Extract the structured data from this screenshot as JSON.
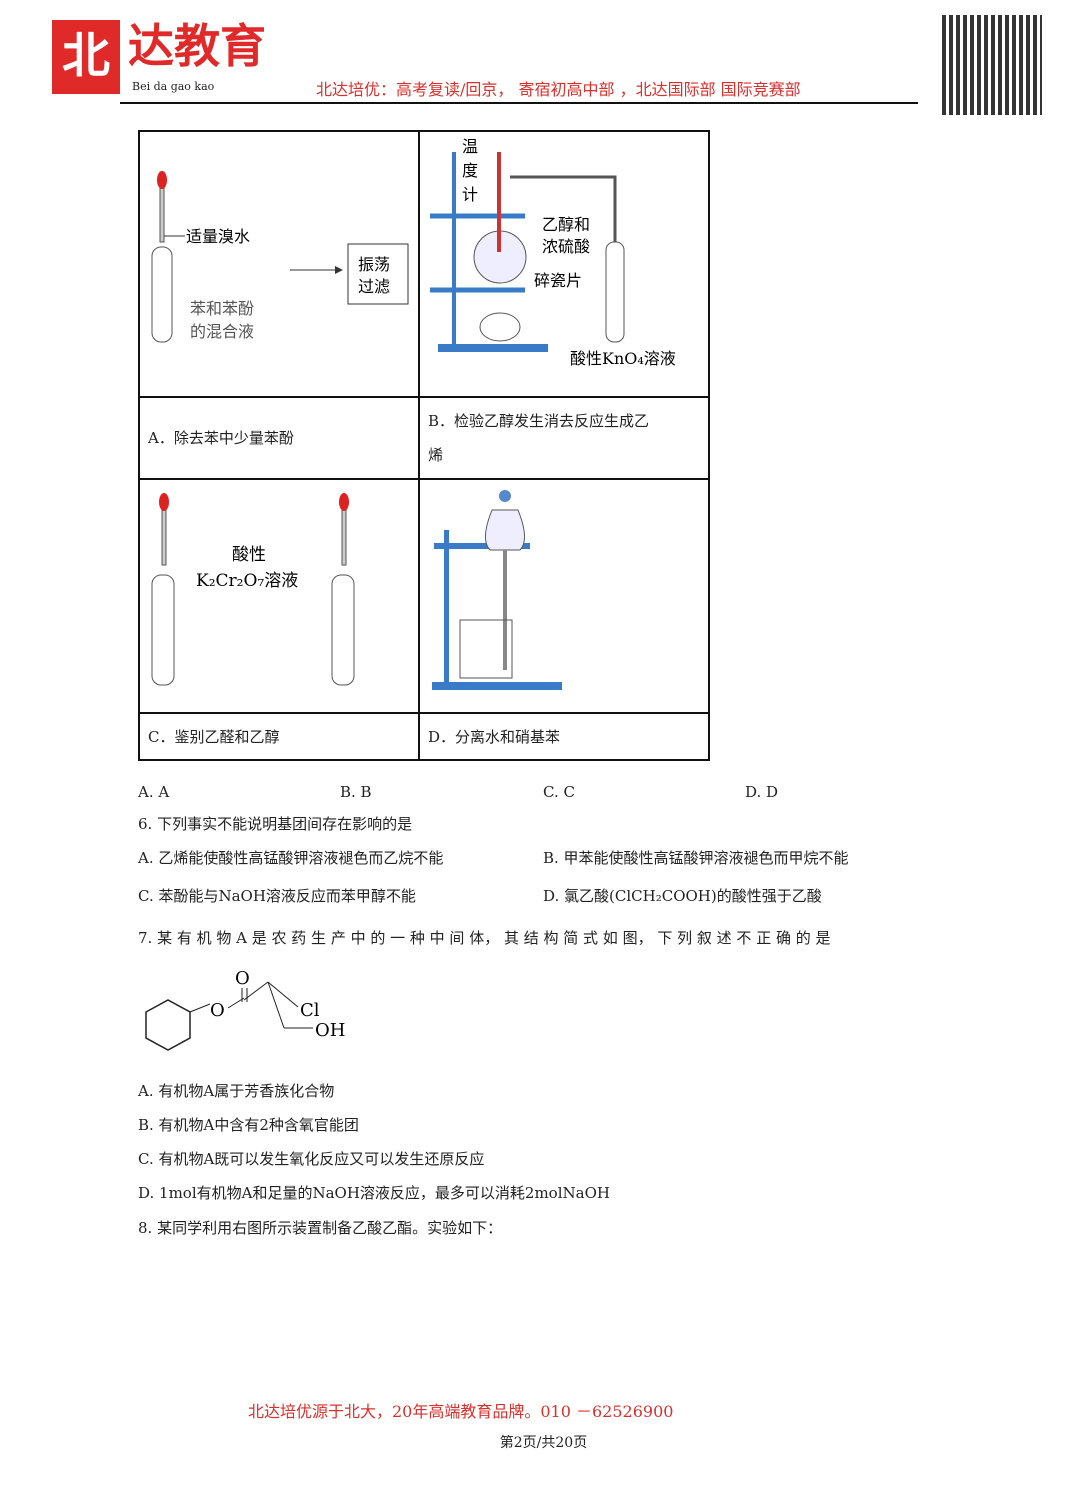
{
  "header": {
    "logo_char": "北",
    "logo_text": "达教育",
    "logo_sub": "Bei da gao kao",
    "slogan": "北达培优：高考复读/回京， 寄宿初高中部 ，北达国际部 国际竞赛部"
  },
  "table": {
    "A": {
      "reagent": "适量溴水",
      "sample_line1": "苯和苯酚",
      "sample_line2": "的混合液",
      "op_line1": "振荡",
      "op_line2": "过滤",
      "label": "A．除去苯中少量苯酚"
    },
    "B": {
      "thermo_1": "温",
      "thermo_2": "度",
      "thermo_3": "计",
      "mix_1": "乙醇和",
      "mix_2": "浓硫酸",
      "chips": "碎瓷片",
      "solution": "酸性KnO₄溶液",
      "label_line1": "B．检验乙醇发生消去反应生成乙",
      "label_line2": "烯"
    },
    "C": {
      "reagent_1": "酸性",
      "reagent_2": "K₂Cr₂O₇溶液",
      "label": "C．鉴别乙醛和乙醇"
    },
    "D": {
      "label": "D．分离水和硝基苯"
    }
  },
  "q5_choices": [
    "A. A",
    "B. B",
    "C. C",
    "D. D"
  ],
  "q6": {
    "stem": "6. 下列事实不能说明基团间存在影响的是",
    "options": [
      "A. 乙烯能使酸性高锰酸钾溶液褪色而乙烷不能",
      "B. 甲苯能使酸性高锰酸钾溶液褪色而甲烷不能",
      "C. 苯酚能与NaOH溶液反应而苯甲醇不能",
      "D. 氯乙酸(ClCH₂COOH)的酸性强于乙酸"
    ]
  },
  "q7": {
    "stem": "7. 某 有 机 物 A 是 农 药 生 产 中 的 一 种 中 间 体， 其 结 构 简 式 如 图， 下 列 叙 述 不 正 确 的 是",
    "struct": {
      "o1": "O",
      "o2": "O",
      "cl": "Cl",
      "oh": "OH"
    },
    "options": [
      "A. 有机物A属于芳香族化合物",
      "B. 有机物A中含有2种含氧官能团",
      "C. 有机物A既可以发生氧化反应又可以发生还原反应",
      "D. 1mol有机物A和足量的NaOH溶液反应，最多可以消耗2molNaOH"
    ]
  },
  "q8": {
    "stem": "8. 某同学利用右图所示装置制备乙酸乙酯。实验如下："
  },
  "footer": {
    "slogan": "北达培优源于北大，20年高端教育品牌。010 －62526900",
    "page": "第2页/共20页"
  }
}
